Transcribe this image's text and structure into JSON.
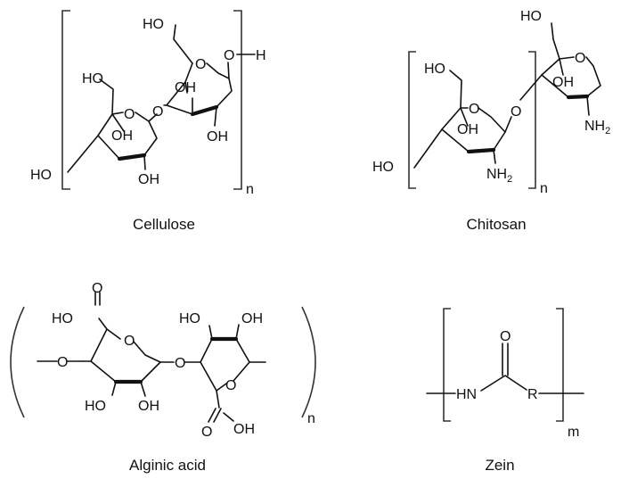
{
  "structures": [
    {
      "id": "cellulose",
      "name": "Cellulose",
      "repeat_subscript": "n",
      "labels": {
        "ho_top": "HO",
        "o_link_top": "O",
        "h_end": "H",
        "ho_left_ch2": "HO",
        "ring_o_top": "O",
        "oh_ring2": "OH",
        "o_glyco": "O",
        "oh_mid_right": "OH",
        "ring_o_left": "O",
        "oh_ring1": "OH",
        "ho_end": "HO",
        "oh_bottom": "OH"
      }
    },
    {
      "id": "chitosan",
      "name": "Chitosan",
      "repeat_subscript": "n",
      "labels": {
        "ho_top": "HO",
        "ring_o_right": "O",
        "oh_right": "OH",
        "ho_left_ch2": "HO",
        "ring_o_left": "O",
        "o_glyco": "O",
        "oh_left": "OH",
        "ho_end": "HO",
        "nh2_right": "NH",
        "nh2_right_sub": "2",
        "nh2_left": "NH",
        "nh2_left_sub": "2"
      }
    },
    {
      "id": "alginic",
      "name": "Alginic acid",
      "repeat_subscript": "n",
      "labels": {
        "o_cooh_top": "O",
        "ho_cooh_top": "HO",
        "ho_top_right1": "HO",
        "oh_top_right2": "OH",
        "ring_o_left": "O",
        "o_start": "O",
        "o_glyco": "O",
        "ring_o_right": "O",
        "ho_bot1": "HO",
        "oh_bot2": "OH",
        "o_cooh_bot": "O",
        "oh_cooh_bot": "OH"
      }
    },
    {
      "id": "zein",
      "name": "Zein",
      "repeat_subscript": "m",
      "labels": {
        "o_carbonyl": "O",
        "hn": "HN",
        "r": "R"
      }
    }
  ]
}
